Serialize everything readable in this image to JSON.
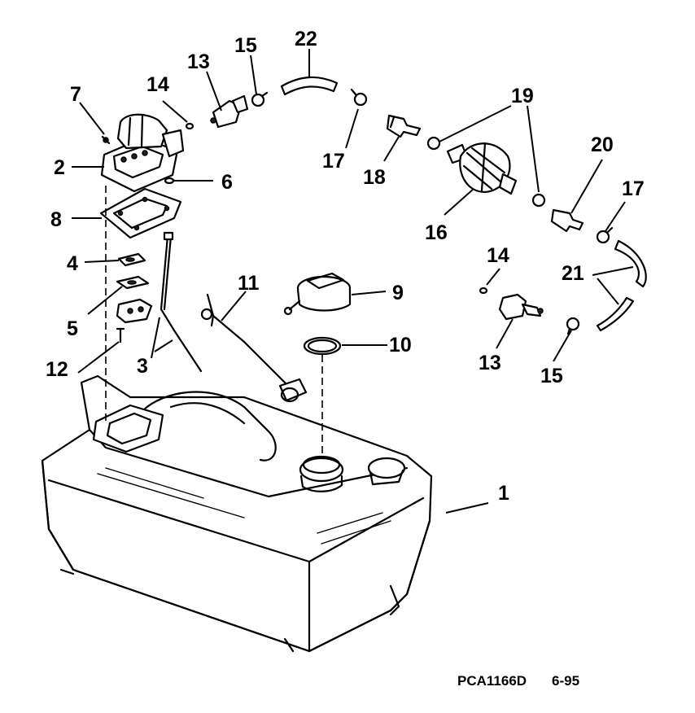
{
  "callouts": {
    "c1": "1",
    "c2": "2",
    "c3": "3",
    "c4": "4",
    "c5": "5",
    "c6": "6",
    "c7": "7",
    "c8": "8",
    "c9": "9",
    "c10": "10",
    "c11": "11",
    "c12": "12",
    "c13a": "13",
    "c13b": "13",
    "c14a": "14",
    "c14b": "14",
    "c15a": "15",
    "c15b": "15",
    "c16": "16",
    "c17a": "17",
    "c17b": "17",
    "c18": "18",
    "c19": "19",
    "c20": "20",
    "c21": "21",
    "c22": "22"
  },
  "caption": {
    "code": "PCA1166D",
    "date": "6-95"
  }
}
